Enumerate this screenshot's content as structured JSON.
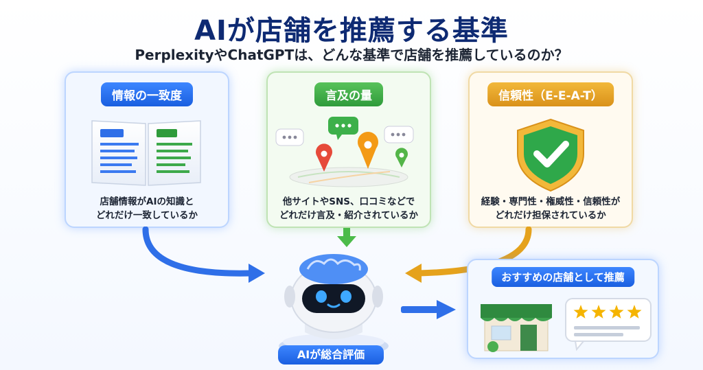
{
  "title": "AIが店舗を推薦する基準",
  "subtitle": "PerplexityやChatGPTは、どんな基準で店舗を推薦しているのか？",
  "cards": [
    {
      "label": "情報の一致度",
      "desc_line1": "店舗情報がAIの知識と",
      "desc_line2": "どれだけ一致しているか",
      "icon": "document-icon",
      "color": "#1a5fe0"
    },
    {
      "label": "言及の量",
      "desc_line1": "他サイトやSNS、口コミなどで",
      "desc_line2": "どれだけ言及・紹介されているか",
      "icon": "map-chat-icon",
      "color": "#2f9b3b"
    },
    {
      "label": "信頼性（E-E-A-T）",
      "desc_line1": "経験・専門性・権威性・信頼性が",
      "desc_line2": "どれだけ担保されているか",
      "icon": "shield-check-icon",
      "color": "#d9911a"
    }
  ],
  "robot": {
    "label": "AIが総合評価",
    "icon": "ai-robot-icon"
  },
  "recommendation": {
    "label": "おすすめの店舗として推薦",
    "icon": "store-icon",
    "stars": 4
  },
  "colors": {
    "title": "#0e2a73",
    "blue": "#1a5fe0",
    "green": "#2f9b3b",
    "gold": "#d9911a",
    "star": "#f5b400"
  }
}
